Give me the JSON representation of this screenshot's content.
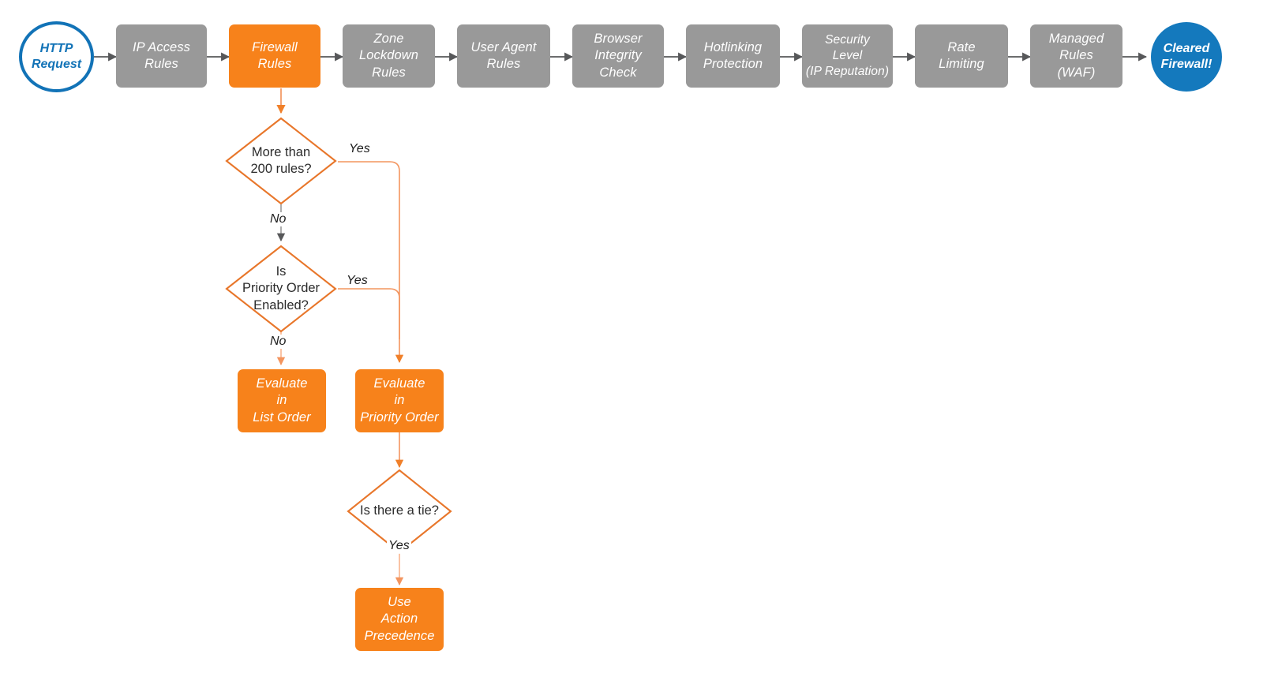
{
  "diagram": {
    "title": "Cloudflare request firewall evaluation flow",
    "colors": {
      "gray_node": "#999999",
      "orange_node": "#f7821b",
      "orange_stroke": "#e8762a",
      "light_orange_wire": "#f7a07a",
      "blue_terminator": "#1479bd",
      "gray_arrow": "#57585a",
      "text_dark": "#2b2b2b"
    },
    "pipeline": [
      {
        "id": "http-request",
        "label": "HTTP\nRequest",
        "shape": "circle-outline",
        "color": "#1273b7"
      },
      {
        "id": "ip-access-rules",
        "label": "IP Access\nRules",
        "shape": "box",
        "color": "#999999"
      },
      {
        "id": "firewall-rules",
        "label": "Firewall\nRules",
        "shape": "box",
        "color": "#f7821b"
      },
      {
        "id": "zone-lockdown-rules",
        "label": "Zone\nLockdown\nRules",
        "shape": "box",
        "color": "#999999"
      },
      {
        "id": "user-agent-rules",
        "label": "User Agent\nRules",
        "shape": "box",
        "color": "#999999"
      },
      {
        "id": "browser-integrity-check",
        "label": "Browser\nIntegrity\nCheck",
        "shape": "box",
        "color": "#999999"
      },
      {
        "id": "hotlinking-protection",
        "label": "Hotlinking\nProtection",
        "shape": "box",
        "color": "#999999"
      },
      {
        "id": "security-level",
        "label": "Security\nLevel\n(IP Reputation)",
        "shape": "box",
        "color": "#999999"
      },
      {
        "id": "rate-limiting",
        "label": "Rate\nLimiting",
        "shape": "box",
        "color": "#999999"
      },
      {
        "id": "managed-rules-waf",
        "label": "Managed\nRules\n(WAF)",
        "shape": "box",
        "color": "#999999"
      },
      {
        "id": "cleared-firewall",
        "label": "Cleared\nFirewall!",
        "shape": "circle-filled",
        "color": "#1479bd"
      }
    ],
    "decisions": [
      {
        "id": "more-than-200-rules",
        "label": "More than\n200 rules?"
      },
      {
        "id": "is-priority-order-enabled",
        "label": "Is\nPriority Order\nEnabled?"
      },
      {
        "id": "is-there-a-tie",
        "label": "Is there a tie?"
      }
    ],
    "outcomes": [
      {
        "id": "evaluate-in-list-order",
        "label": "Evaluate\nin\nList Order"
      },
      {
        "id": "evaluate-in-priority-order",
        "label": "Evaluate\nin\nPriority Order"
      },
      {
        "id": "use-action-precedence",
        "label": "Use\nAction\nPrecedence"
      }
    ],
    "edge_labels": {
      "yes_200_rules": "Yes",
      "no_200_rules": "No",
      "yes_priority_order": "Yes",
      "no_priority_order": "No",
      "yes_tie": "Yes"
    }
  }
}
